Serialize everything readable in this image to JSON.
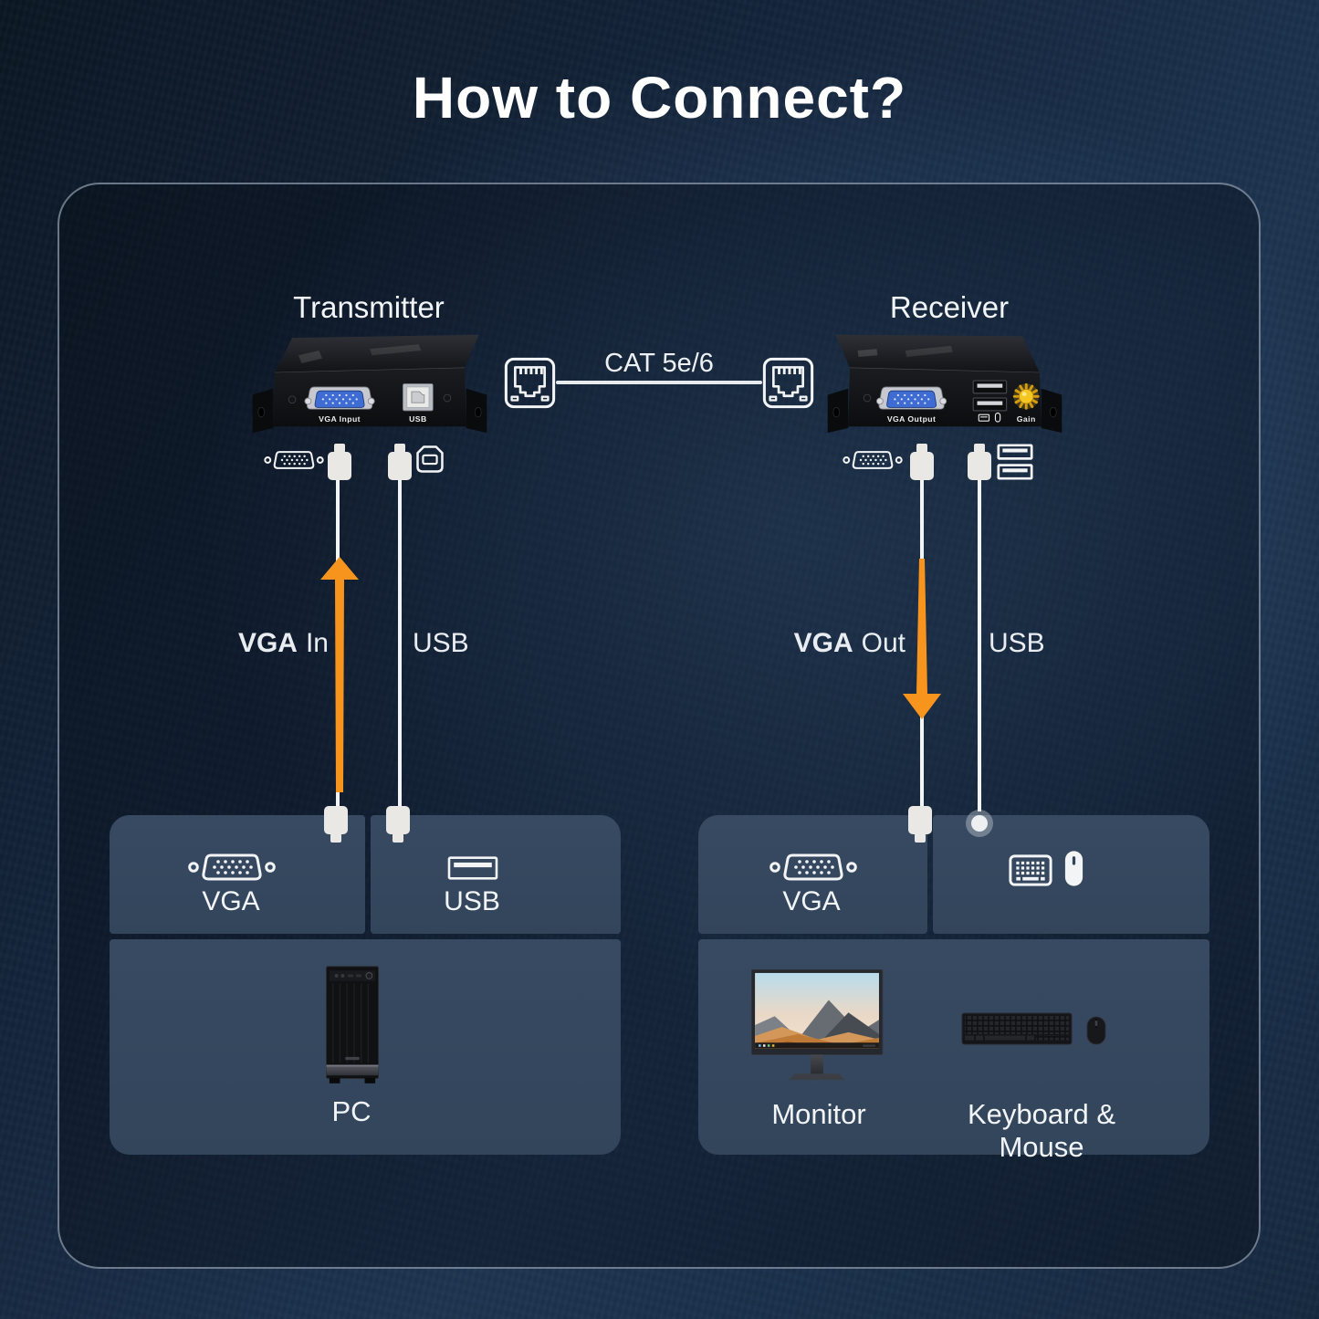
{
  "title": "How to Connect?",
  "colors": {
    "accent_orange": "#F7941E",
    "cable_white": "#F2F4F6",
    "card_fill": "#36485F",
    "panel_border": "#9EADBE",
    "vga_blue": "#3E6CD3",
    "gain_yellow": "#F3C623"
  },
  "transmitter": {
    "label": "Transmitter",
    "vga_port_label": "VGA Input",
    "usb_port_label": "USB"
  },
  "receiver": {
    "label": "Receiver",
    "vga_port_label": "VGA Output",
    "gain_label": "Gain"
  },
  "cable": {
    "label": "CAT 5e/6"
  },
  "links": {
    "vga_in": {
      "bold": "VGA",
      "rest": "In"
    },
    "usb_left": {
      "label": "USB"
    },
    "vga_out": {
      "bold": "VGA",
      "rest": "Out"
    },
    "usb_right": {
      "label": "USB"
    }
  },
  "pc_side": {
    "vga_label": "VGA",
    "usb_label": "USB",
    "device_label": "PC"
  },
  "peripheral_side": {
    "vga_label": "VGA",
    "monitor_label": "Monitor",
    "keyboard_mouse_label": "Keyboard & Mouse"
  },
  "icons": {
    "rj45": "rj45-jack",
    "vga": "vga-connector",
    "usb_b": "usb-b-connector",
    "usb_a": "usb-a-port",
    "plug": "cable-plug",
    "keyboard": "keyboard",
    "mouse": "mouse"
  }
}
